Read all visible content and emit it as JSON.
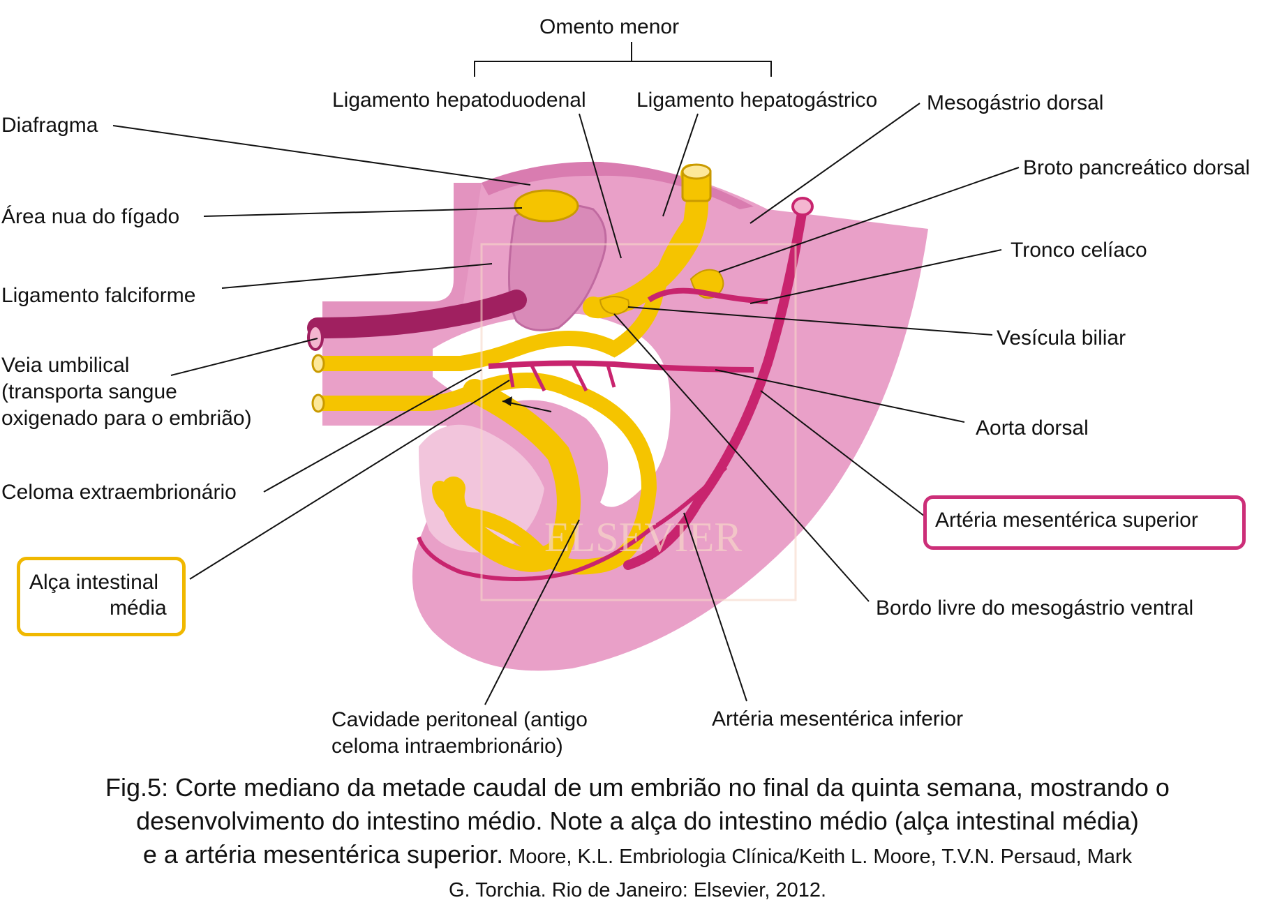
{
  "labels": {
    "omento_menor": "Omento menor",
    "lig_hepatoduodenal": "Ligamento hepatoduodenal",
    "lig_hepatogastrico": "Ligamento hepatogástrico",
    "mesogastrio_dorsal": "Mesogástrio dorsal",
    "diafragma": "Diafragma",
    "broto_pancreatico": "Broto pancreático dorsal",
    "area_nua": "Área nua do fígado",
    "tronco_celiaco": "Tronco celíaco",
    "lig_falciforme": "Ligamento falciforme",
    "vesicula_biliar": "Vesícula biliar",
    "veia_umbilical_1": "Veia umbilical",
    "veia_umbilical_2": "(transporta sangue",
    "veia_umbilical_3": "oxigenado para o embrião)",
    "aorta_dorsal": "Aorta dorsal",
    "celoma_extra": "Celoma extraembrionário",
    "arteria_mes_sup": "Artéria mesentérica superior",
    "alca_1": "Alça intestinal",
    "alca_2": "média",
    "bordo_livre": "Bordo livre do mesogástrio ventral",
    "cavidade_1": "Cavidade peritoneal (antigo",
    "cavidade_2": "celoma intraembrionário)",
    "arteria_mes_inf": "Artéria mesentérica inferior",
    "watermark": "ELSEVIER"
  },
  "caption": {
    "line1": "Fig.5: Corte mediano da metade caudal de um embrião no final da quinta semana, mostrando  o",
    "line2": "desenvolvimento do intestino médio. Note a alça do intestino médio (alça intestinal média)",
    "line3_main": "e a artéria mesentérica superior.",
    "line3_ref": " Moore, K.L. Embriologia Clínica/Keith L. Moore, T.V.N. Persaud, Mark",
    "line4_ref": "G. Torchia. Rio de Janeiro: Elsevier, 2012."
  },
  "colors": {
    "tissue_pink": "#e9a0c8",
    "vessel_magenta": "#c8246e",
    "gut_yellow": "#f5c400",
    "highlight_gold": "#f0b800",
    "highlight_pink": "#cc2e78"
  }
}
